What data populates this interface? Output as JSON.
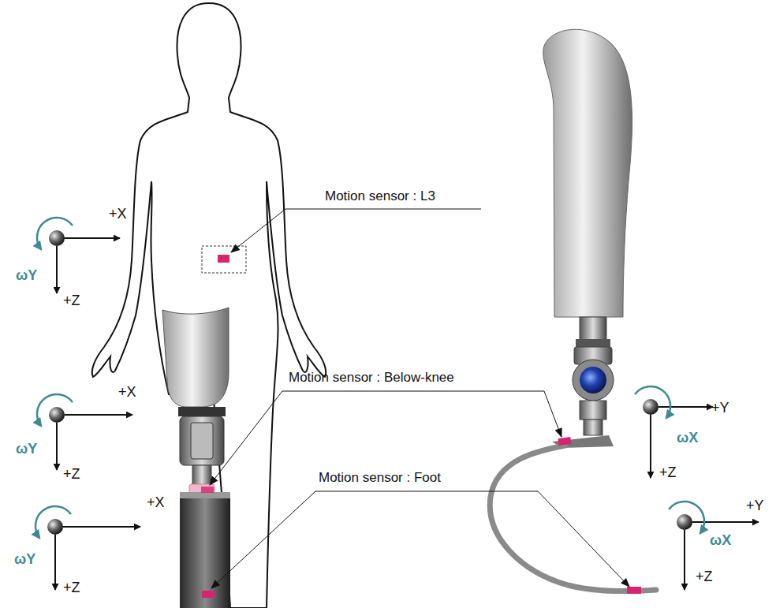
{
  "diagram": {
    "labels": [
      "Motion sensor : L3",
      "+X",
      "ωY",
      "+Z",
      "Motion sensor : Below-knee",
      "+X",
      "ωY",
      "+Z",
      "+Y",
      "ωX",
      "+Z",
      "Motion sensor : Foot",
      "+X",
      "ωY",
      "+Z",
      "+Y",
      "ωX",
      "+Z"
    ]
  }
}
